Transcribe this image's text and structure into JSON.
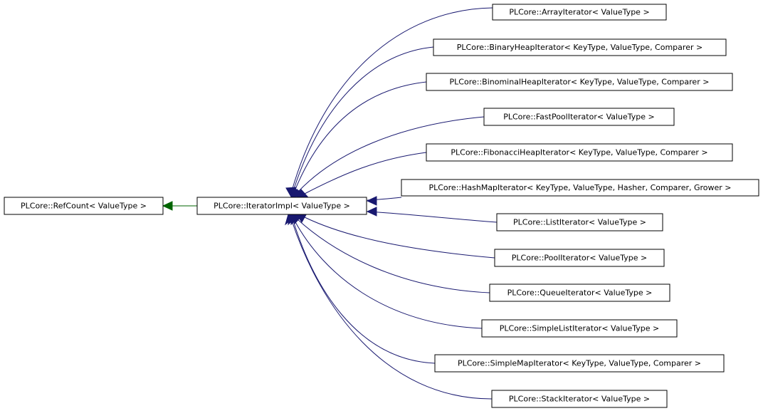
{
  "nodes": {
    "refcount": "PLCore::RefCount< ValueType >",
    "iteratorimpl": "PLCore::IteratorImpl< ValueType >",
    "array": "PLCore::ArrayIterator< ValueType >",
    "binaryheap": "PLCore::BinaryHeapIterator< KeyType, ValueType, Comparer >",
    "binominalheap": "PLCore::BinominalHeapIterator< KeyType, ValueType, Comparer >",
    "fastpool": "PLCore::FastPoolIterator< ValueType >",
    "fibonacciheap": "PLCore::FibonacciHeapIterator< KeyType, ValueType, Comparer >",
    "hashmap": "PLCore::HashMapIterator< KeyType, ValueType, Hasher, Comparer, Grower >",
    "list": "PLCore::ListIterator< ValueType >",
    "pool": "PLCore::PoolIterator< ValueType >",
    "queue": "PLCore::QueueIterator< ValueType >",
    "simplelist": "PLCore::SimpleListIterator< ValueType >",
    "simplemap": "PLCore::SimpleMapIterator< KeyType, ValueType, Comparer >",
    "stack": "PLCore::StackIterator< ValueType >"
  },
  "colors": {
    "inheritance_edge": "#191970",
    "base_edge": "#006400"
  }
}
